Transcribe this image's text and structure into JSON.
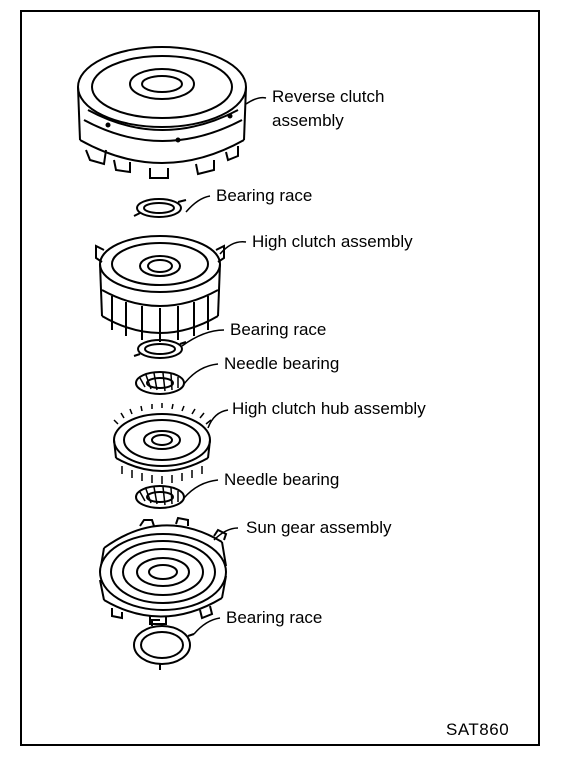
{
  "labels": {
    "reverse_clutch_line1": "Reverse clutch",
    "reverse_clutch_line2": "assembly",
    "bearing_race_1": "Bearing race",
    "high_clutch": "High clutch assembly",
    "bearing_race_2": "Bearing race",
    "needle_bearing_1": "Needle bearing",
    "high_clutch_hub": "High clutch hub assembly",
    "needle_bearing_2": "Needle bearing",
    "sun_gear": "Sun gear assembly",
    "bearing_race_3": "Bearing race"
  },
  "figure_code": "SAT860"
}
